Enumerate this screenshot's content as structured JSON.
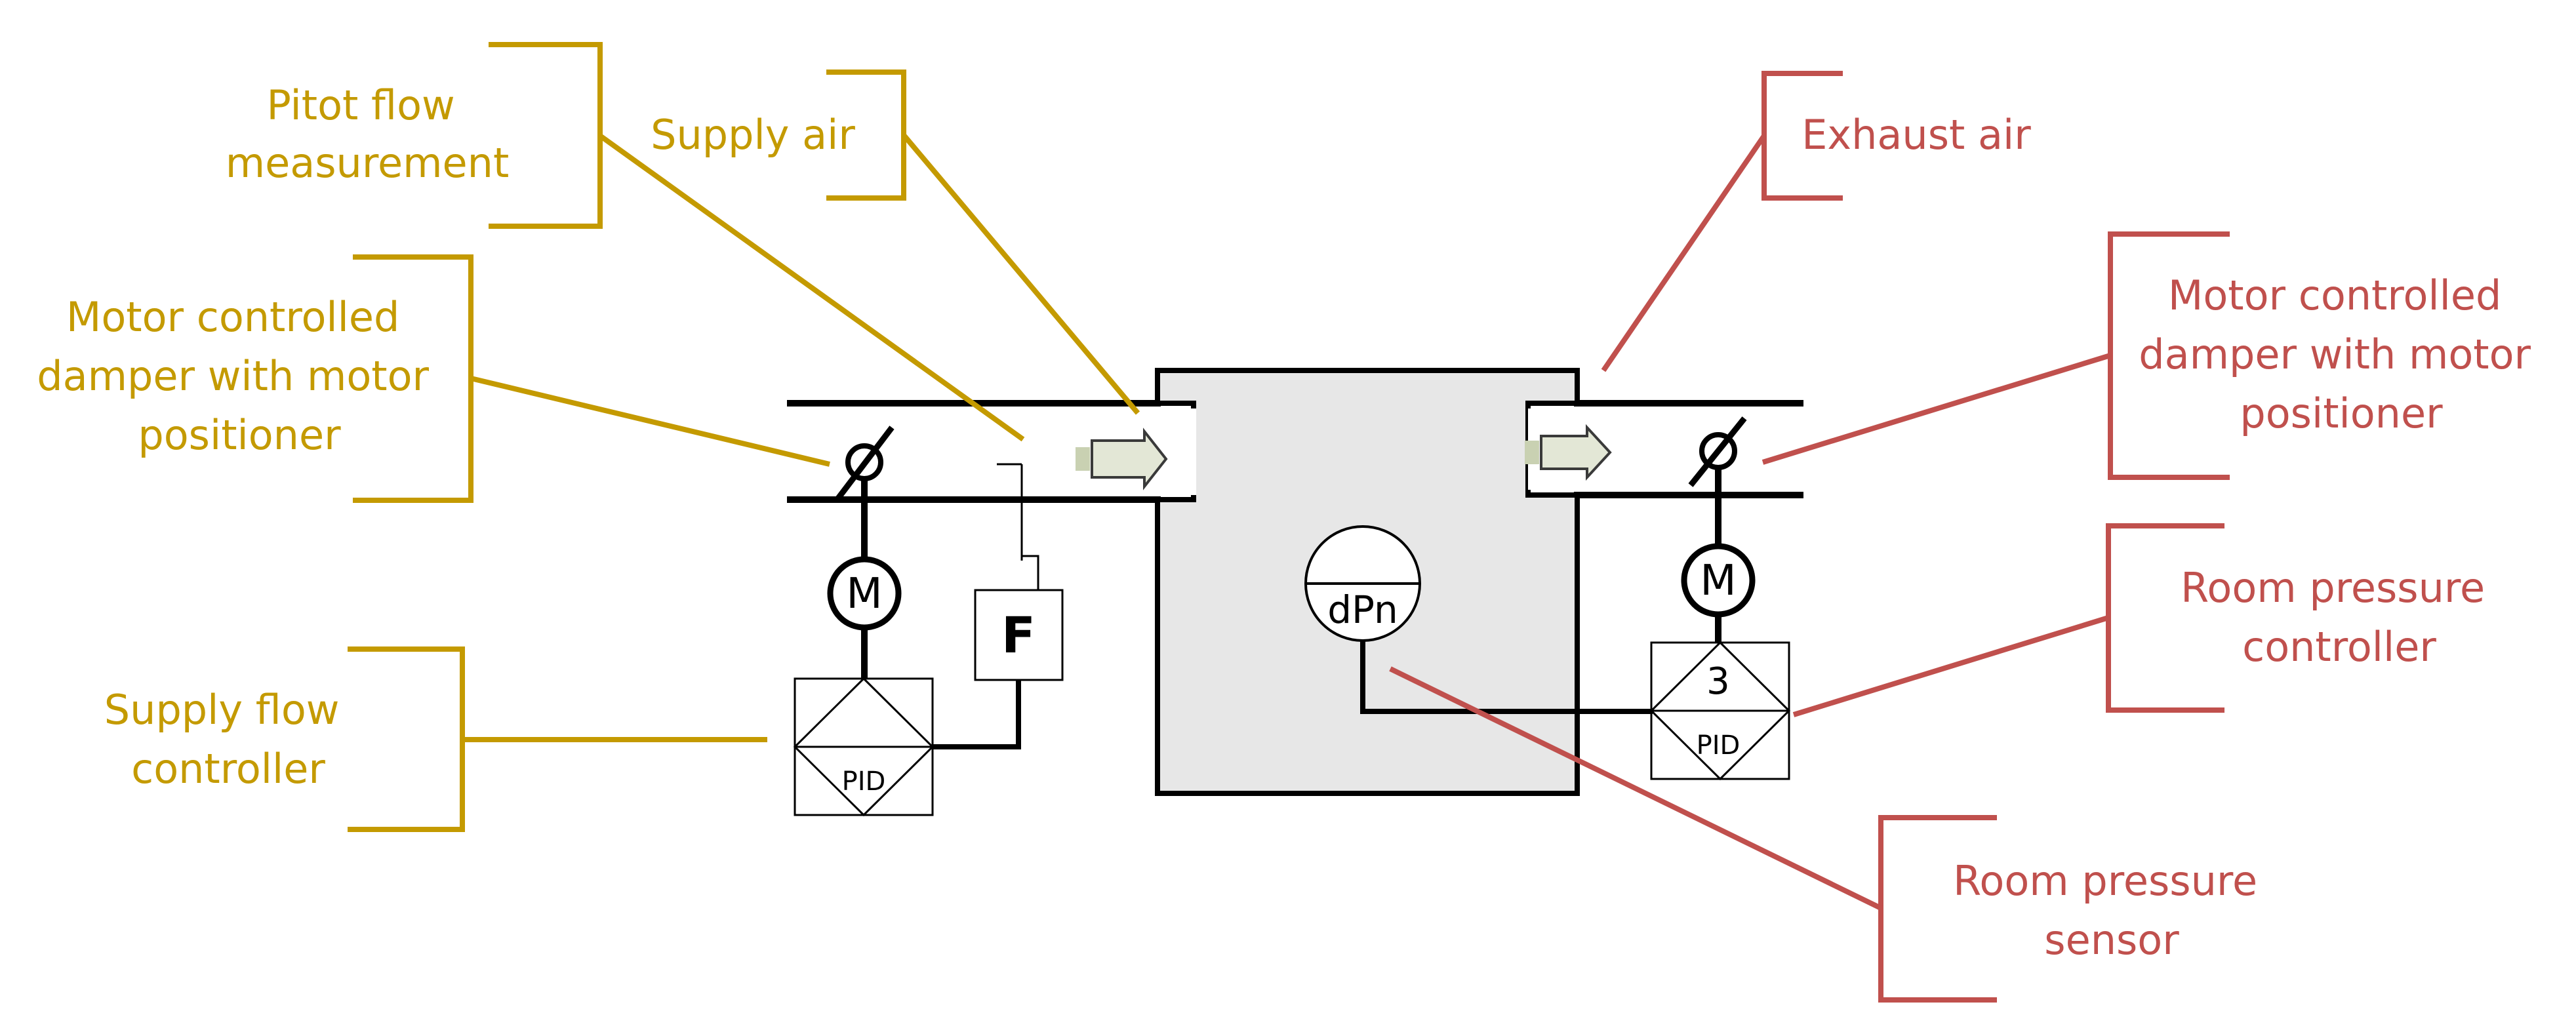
{
  "colors": {
    "supply": "#C49A00",
    "exhaust": "#C0504D",
    "room_fill": "#E7E7E7",
    "arrow_fill": "#E3E7D6"
  },
  "labels": {
    "pitot_flow_measurement": [
      "Pitot flow",
      "measurement"
    ],
    "supply_air": "Supply air",
    "exhaust_air": "Exhaust air",
    "supply_damper": [
      "Motor controlled",
      "damper with motor",
      "positioner"
    ],
    "exhaust_damper": [
      "Motor controlled",
      "damper with motor",
      "positioner"
    ],
    "supply_flow_controller": [
      "Supply flow",
      "controller"
    ],
    "room_pressure_controller": [
      "Room pressure",
      "controller"
    ],
    "room_pressure_sensor": [
      "Room pressure",
      "sensor"
    ]
  },
  "symbols": {
    "supply_motor": "M",
    "exhaust_motor": "M",
    "flow_sensor": "F",
    "pressure_sensor": "dPn",
    "supply_pid": "PID",
    "exhaust_pid": "PID",
    "exhaust_controller_number": "3"
  },
  "icons": {
    "damper": "damper-icon",
    "motor": "motor-icon",
    "flow_arrow": "flow-arrow-icon",
    "pid": "pid-controller-icon"
  }
}
